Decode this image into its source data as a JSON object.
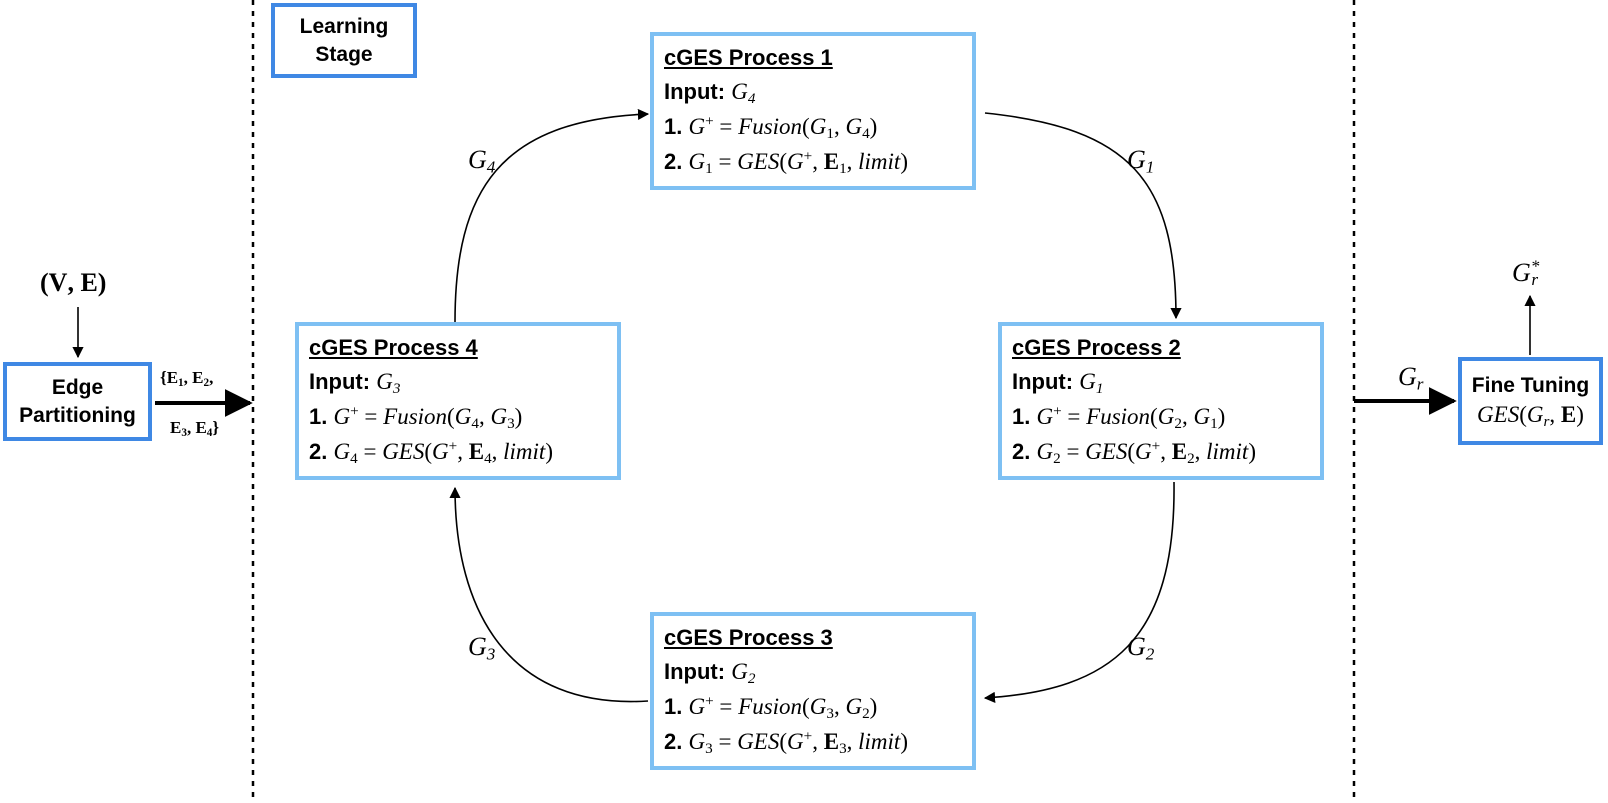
{
  "stage_label": [
    "Learning",
    "Stage"
  ],
  "input_set": "(V, E)",
  "edge_partitioning": [
    "Edge",
    "Partitioning"
  ],
  "partition_sets": [
    "{E1, E2,",
    "E3, E4}"
  ],
  "process_common": {
    "input_label": "Input:",
    "step1_label": "1.",
    "step2_label": "2.",
    "fusion_text": "Fusion",
    "ges_text": "GES",
    "limit_text": "limit"
  },
  "processes": [
    {
      "title": "cGES Process 1",
      "input": "G4",
      "step1": "G+ = Fusion(G1, G4)",
      "step2": "G1 = GES(G+, E1, limit)"
    },
    {
      "title": "cGES Process 2",
      "input": "G1",
      "step1": "G+ = Fusion(G2, G1)",
      "step2": "G2 = GES(G+, E2, limit)"
    },
    {
      "title": "cGES Process 3",
      "input": "G2",
      "step1": "G+ = Fusion(G3, G2)",
      "step2": "G3 = GES(G+, E3, limit)"
    },
    {
      "title": "cGES Process 4",
      "input": "G3",
      "step1": "G+ = Fusion(G4, G3)",
      "step2": "G4 = GES(G+, E4, limit)"
    }
  ],
  "edge_labels": {
    "p1_to_p2": "G1",
    "p2_to_p3": "G2",
    "p3_to_p4": "G3",
    "p4_to_p1": "G4",
    "to_fine_tuning": "Gr",
    "output": "Gr*"
  },
  "fine_tuning": {
    "title": "Fine Tuning",
    "formula": "GES(Gr, E)"
  },
  "colors": {
    "process_border": "#7ec0f3",
    "stage_border": "#3f88e4",
    "line": "#000000"
  }
}
